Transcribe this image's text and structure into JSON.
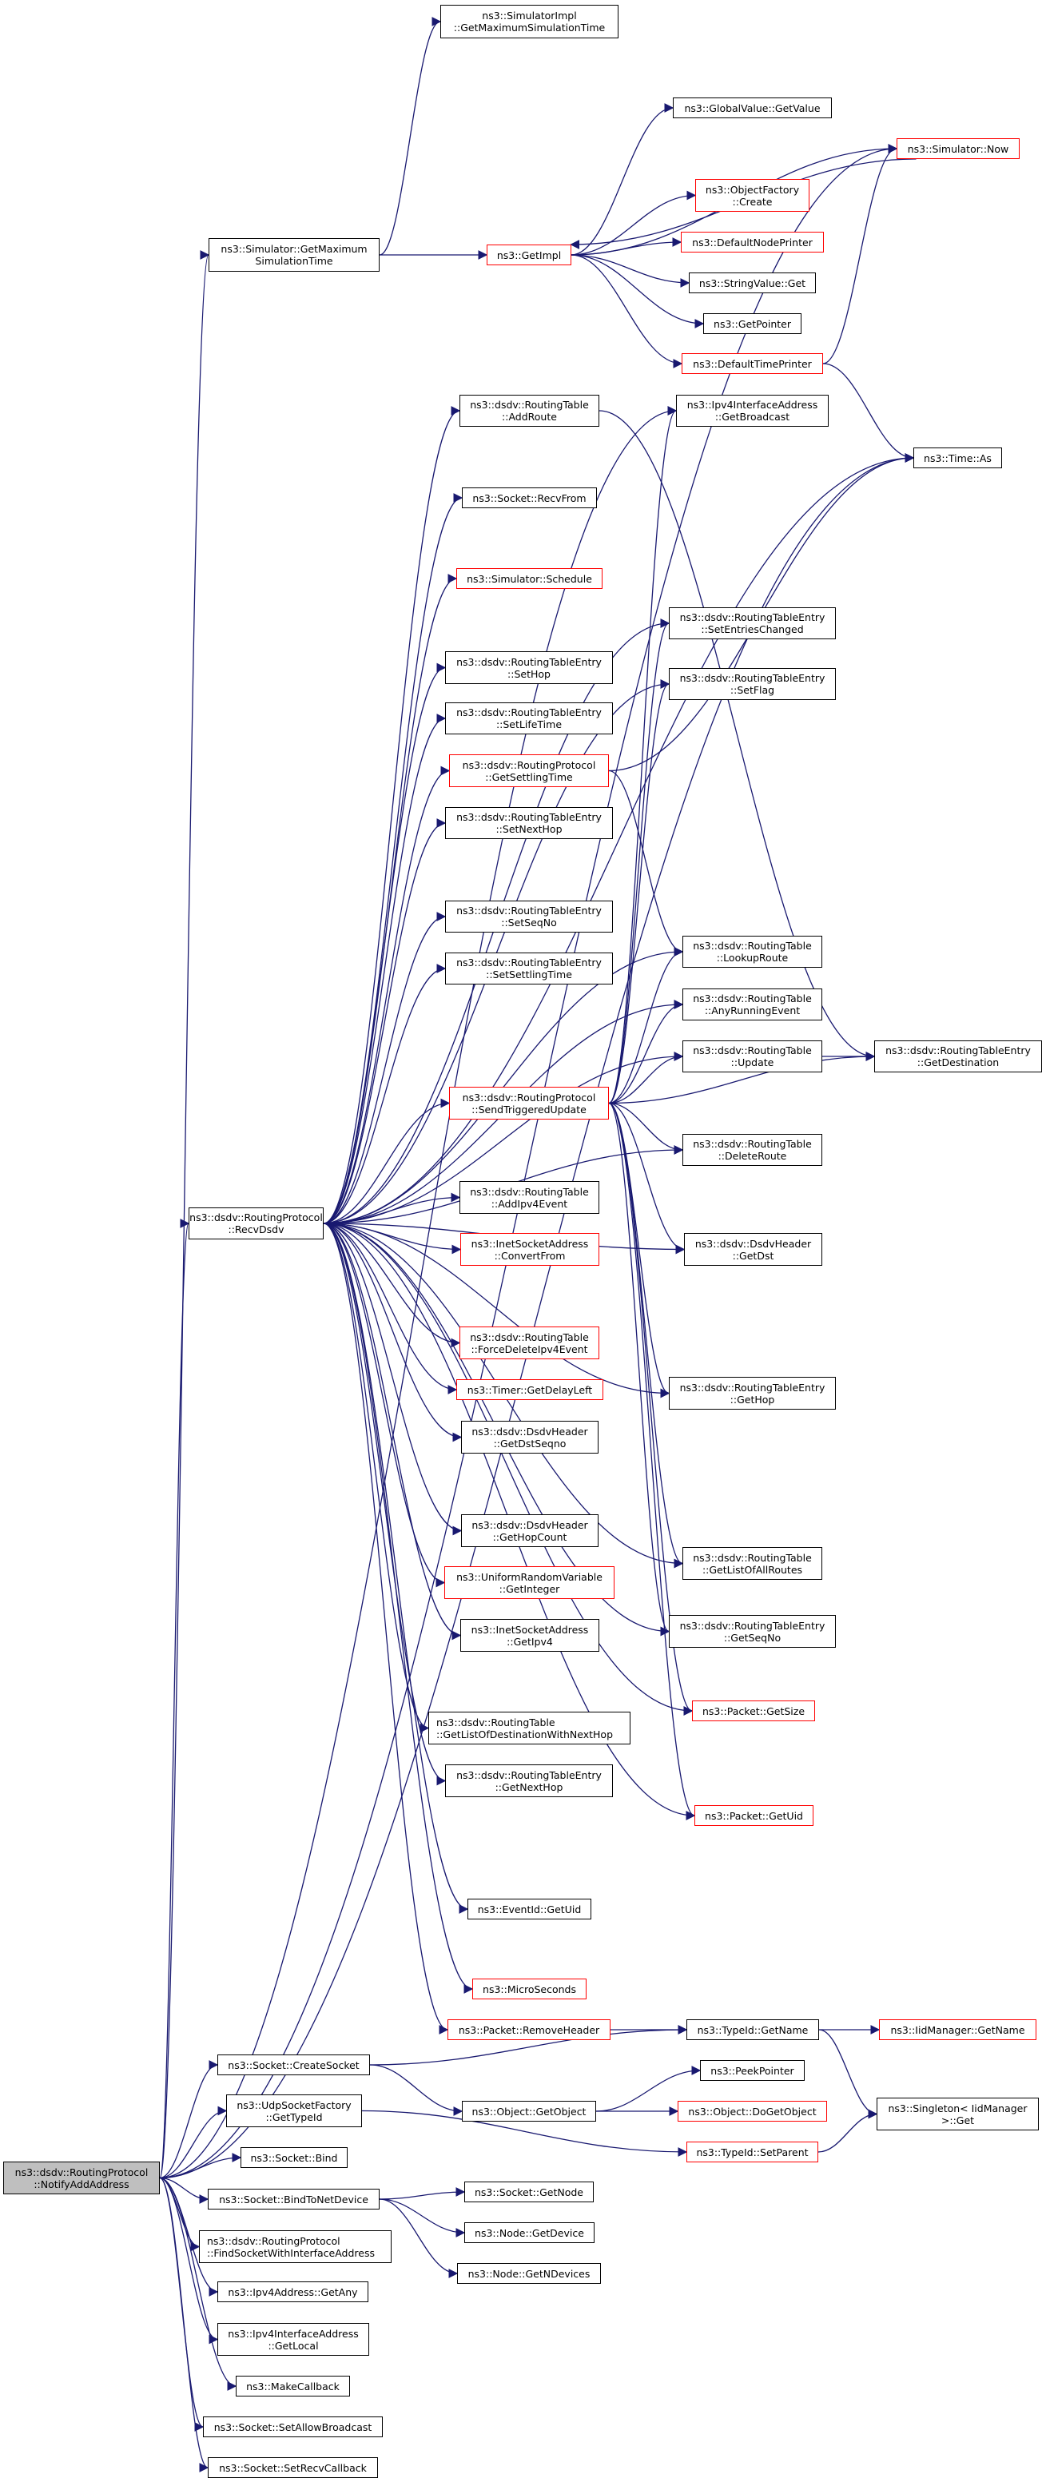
{
  "diagram": {
    "type": "call-graph",
    "root": "notify_add_address",
    "colors": {
      "edge": "#191970",
      "node_border": "#000000",
      "node_border_undocumented": "#ff0000",
      "root_fill": "#bfbfbf"
    },
    "nodes": [
      {
        "id": "notify_add_address",
        "label": "ns3::dsdv::RoutingProtocol\n::NotifyAddAddress",
        "style": "root"
      },
      {
        "id": "sim_get_max",
        "label": "ns3::Simulator::GetMaximum\nSimulationTime",
        "style": "normal"
      },
      {
        "id": "simimpl_get_max",
        "label": "ns3::SimulatorImpl\n::GetMaximumSimulationTime",
        "style": "normal"
      },
      {
        "id": "get_impl",
        "label": "ns3::GetImpl",
        "style": "red"
      },
      {
        "id": "global_value",
        "label": "ns3::GlobalValue::GetValue",
        "style": "normal"
      },
      {
        "id": "sim_now",
        "label": "ns3::Simulator::Now",
        "style": "red"
      },
      {
        "id": "object_factory",
        "label": "ns3::ObjectFactory\n::Create",
        "style": "red"
      },
      {
        "id": "default_node_printer",
        "label": "ns3::DefaultNodePrinter",
        "style": "red"
      },
      {
        "id": "string_value",
        "label": "ns3::StringValue::Get",
        "style": "normal"
      },
      {
        "id": "get_pointer",
        "label": "ns3::GetPointer",
        "style": "normal"
      },
      {
        "id": "default_time_printer",
        "label": "ns3::DefaultTimePrinter",
        "style": "red"
      },
      {
        "id": "add_route",
        "label": "ns3::dsdv::RoutingTable\n::AddRoute",
        "style": "normal"
      },
      {
        "id": "get_broadcast",
        "label": "ns3::Ipv4InterfaceAddress\n::GetBroadcast",
        "style": "normal"
      },
      {
        "id": "time_as",
        "label": "ns3::Time::As",
        "style": "normal"
      },
      {
        "id": "recv_from",
        "label": "ns3::Socket::RecvFrom",
        "style": "normal"
      },
      {
        "id": "schedule",
        "label": "ns3::Simulator::Schedule",
        "style": "red"
      },
      {
        "id": "set_entries_changed",
        "label": "ns3::dsdv::RoutingTableEntry\n::SetEntriesChanged",
        "style": "normal"
      },
      {
        "id": "set_hop",
        "label": "ns3::dsdv::RoutingTableEntry\n::SetHop",
        "style": "normal"
      },
      {
        "id": "set_flag",
        "label": "ns3::dsdv::RoutingTableEntry\n::SetFlag",
        "style": "normal"
      },
      {
        "id": "set_life_time",
        "label": "ns3::dsdv::RoutingTableEntry\n::SetLifeTime",
        "style": "normal"
      },
      {
        "id": "get_settling_time",
        "label": "ns3::dsdv::RoutingProtocol\n::GetSettlingTime",
        "style": "red"
      },
      {
        "id": "set_next_hop",
        "label": "ns3::dsdv::RoutingTableEntry\n::SetNextHop",
        "style": "normal"
      },
      {
        "id": "set_seq_no",
        "label": "ns3::dsdv::RoutingTableEntry\n::SetSeqNo",
        "style": "normal"
      },
      {
        "id": "set_settling_time",
        "label": "ns3::dsdv::RoutingTableEntry\n::SetSettlingTime",
        "style": "normal"
      },
      {
        "id": "lookup_route",
        "label": "ns3::dsdv::RoutingTable\n::LookupRoute",
        "style": "normal"
      },
      {
        "id": "any_running_event",
        "label": "ns3::dsdv::RoutingTable\n::AnyRunningEvent",
        "style": "normal"
      },
      {
        "id": "update",
        "label": "ns3::dsdv::RoutingTable\n::Update",
        "style": "normal"
      },
      {
        "id": "get_destination",
        "label": "ns3::dsdv::RoutingTableEntry\n::GetDestination",
        "style": "normal"
      },
      {
        "id": "send_triggered_update",
        "label": "ns3::dsdv::RoutingProtocol\n::SendTriggeredUpdate",
        "style": "red"
      },
      {
        "id": "delete_route",
        "label": "ns3::dsdv::RoutingTable\n::DeleteRoute",
        "style": "normal"
      },
      {
        "id": "recv_dsdv",
        "label": "ns3::dsdv::RoutingProtocol\n::RecvDsdv",
        "style": "normal"
      },
      {
        "id": "add_ipv4_event",
        "label": "ns3::dsdv::RoutingTable\n::AddIpv4Event",
        "style": "normal"
      },
      {
        "id": "convert_from",
        "label": "ns3::InetSocketAddress\n::ConvertFrom",
        "style": "red"
      },
      {
        "id": "get_dst",
        "label": "ns3::dsdv::DsdvHeader\n::GetDst",
        "style": "normal"
      },
      {
        "id": "force_delete",
        "label": "ns3::dsdv::RoutingTable\n::ForceDeleteIpv4Event",
        "style": "red"
      },
      {
        "id": "get_delay_left",
        "label": "ns3::Timer::GetDelayLeft",
        "style": "red"
      },
      {
        "id": "get_hop",
        "label": "ns3::dsdv::RoutingTableEntry\n::GetHop",
        "style": "normal"
      },
      {
        "id": "get_dst_seqno",
        "label": "ns3::dsdv::DsdvHeader\n::GetDstSeqno",
        "style": "normal"
      },
      {
        "id": "get_hop_count",
        "label": "ns3::dsdv::DsdvHeader\n::GetHopCount",
        "style": "normal"
      },
      {
        "id": "get_list_all_routes",
        "label": "ns3::dsdv::RoutingTable\n::GetListOfAllRoutes",
        "style": "normal"
      },
      {
        "id": "get_integer",
        "label": "ns3::UniformRandomVariable\n::GetInteger",
        "style": "red"
      },
      {
        "id": "get_seq_no",
        "label": "ns3::dsdv::RoutingTableEntry\n::GetSeqNo",
        "style": "normal"
      },
      {
        "id": "get_ipv4",
        "label": "ns3::InetSocketAddress\n::GetIpv4",
        "style": "normal"
      },
      {
        "id": "packet_get_size",
        "label": "ns3::Packet::GetSize",
        "style": "red"
      },
      {
        "id": "get_list_dest_next_hop",
        "label": "ns3::dsdv::RoutingTable\n::GetListOfDestinationWithNextHop",
        "style": "normal",
        "align": "left"
      },
      {
        "id": "get_next_hop",
        "label": "ns3::dsdv::RoutingTableEntry\n::GetNextHop",
        "style": "normal"
      },
      {
        "id": "packet_get_uid",
        "label": "ns3::Packet::GetUid",
        "style": "red"
      },
      {
        "id": "event_get_uid",
        "label": "ns3::EventId::GetUid",
        "style": "normal"
      },
      {
        "id": "micro_seconds",
        "label": "ns3::MicroSeconds",
        "style": "red"
      },
      {
        "id": "remove_header",
        "label": "ns3::Packet::RemoveHeader",
        "style": "red"
      },
      {
        "id": "typeid_get_name",
        "label": "ns3::TypeId::GetName",
        "style": "normal"
      },
      {
        "id": "iid_get_name",
        "label": "ns3::IidManager::GetName",
        "style": "red"
      },
      {
        "id": "create_socket",
        "label": "ns3::Socket::CreateSocket",
        "style": "normal"
      },
      {
        "id": "peek_pointer",
        "label": "ns3::PeekPointer",
        "style": "normal"
      },
      {
        "id": "udp_get_typeid",
        "label": "ns3::UdpSocketFactory\n::GetTypeId",
        "style": "normal"
      },
      {
        "id": "get_object",
        "label": "ns3::Object::GetObject",
        "style": "normal"
      },
      {
        "id": "do_get_object",
        "label": "ns3::Object::DoGetObject",
        "style": "red"
      },
      {
        "id": "singleton_get",
        "label": "ns3::Singleton< IidManager\n>::Get",
        "style": "normal"
      },
      {
        "id": "set_parent",
        "label": "ns3::TypeId::SetParent",
        "style": "red"
      },
      {
        "id": "socket_bind",
        "label": "ns3::Socket::Bind",
        "style": "normal"
      },
      {
        "id": "bind_to_net_device",
        "label": "ns3::Socket::BindToNetDevice",
        "style": "normal"
      },
      {
        "id": "socket_get_node",
        "label": "ns3::Socket::GetNode",
        "style": "normal"
      },
      {
        "id": "node_get_device",
        "label": "ns3::Node::GetDevice",
        "style": "normal"
      },
      {
        "id": "find_socket",
        "label": "ns3::dsdv::RoutingProtocol\n::FindSocketWithInterfaceAddress",
        "style": "normal",
        "align": "left"
      },
      {
        "id": "node_get_ndevices",
        "label": "ns3::Node::GetNDevices",
        "style": "normal"
      },
      {
        "id": "get_any",
        "label": "ns3::Ipv4Address::GetAny",
        "style": "normal"
      },
      {
        "id": "get_local",
        "label": "ns3::Ipv4InterfaceAddress\n::GetLocal",
        "style": "normal"
      },
      {
        "id": "make_callback",
        "label": "ns3::MakeCallback",
        "style": "normal"
      },
      {
        "id": "set_allow_broadcast",
        "label": "ns3::Socket::SetAllowBroadcast",
        "style": "normal"
      },
      {
        "id": "set_recv_callback",
        "label": "ns3::Socket::SetRecvCallback",
        "style": "normal"
      }
    ],
    "edges": [
      [
        "notify_add_address",
        "sim_get_max"
      ],
      [
        "notify_add_address",
        "get_broadcast"
      ],
      [
        "notify_add_address",
        "time_as"
      ],
      [
        "notify_add_address",
        "recv_dsdv"
      ],
      [
        "notify_add_address",
        "sim_now"
      ],
      [
        "notify_add_address",
        "create_socket"
      ],
      [
        "notify_add_address",
        "udp_get_typeid"
      ],
      [
        "notify_add_address",
        "socket_bind"
      ],
      [
        "notify_add_address",
        "bind_to_net_device"
      ],
      [
        "notify_add_address",
        "find_socket"
      ],
      [
        "notify_add_address",
        "get_any"
      ],
      [
        "notify_add_address",
        "get_local"
      ],
      [
        "notify_add_address",
        "make_callback"
      ],
      [
        "notify_add_address",
        "set_allow_broadcast"
      ],
      [
        "notify_add_address",
        "set_recv_callback"
      ],
      [
        "sim_get_max",
        "simimpl_get_max"
      ],
      [
        "sim_get_max",
        "get_impl"
      ],
      [
        "get_impl",
        "global_value"
      ],
      [
        "get_impl",
        "sim_now"
      ],
      [
        "get_impl",
        "object_factory"
      ],
      [
        "get_impl",
        "default_node_printer"
      ],
      [
        "get_impl",
        "string_value"
      ],
      [
        "get_impl",
        "get_pointer"
      ],
      [
        "get_impl",
        "default_time_printer"
      ],
      [
        "sim_now",
        "get_impl"
      ],
      [
        "default_time_printer",
        "sim_now"
      ],
      [
        "default_time_printer",
        "time_as"
      ],
      [
        "add_route",
        "get_destination"
      ],
      [
        "get_settling_time",
        "time_as"
      ],
      [
        "get_settling_time",
        "lookup_route"
      ],
      [
        "update",
        "get_destination"
      ],
      [
        "recv_dsdv",
        "add_route"
      ],
      [
        "recv_dsdv",
        "time_as"
      ],
      [
        "recv_dsdv",
        "recv_from"
      ],
      [
        "recv_dsdv",
        "schedule"
      ],
      [
        "recv_dsdv",
        "set_entries_changed"
      ],
      [
        "recv_dsdv",
        "set_hop"
      ],
      [
        "recv_dsdv",
        "set_flag"
      ],
      [
        "recv_dsdv",
        "set_life_time"
      ],
      [
        "recv_dsdv",
        "get_settling_time"
      ],
      [
        "recv_dsdv",
        "set_next_hop"
      ],
      [
        "recv_dsdv",
        "any_running_event"
      ],
      [
        "recv_dsdv",
        "set_seq_no"
      ],
      [
        "recv_dsdv",
        "set_settling_time"
      ],
      [
        "recv_dsdv",
        "lookup_route"
      ],
      [
        "recv_dsdv",
        "update"
      ],
      [
        "recv_dsdv",
        "send_triggered_update"
      ],
      [
        "recv_dsdv",
        "delete_route"
      ],
      [
        "recv_dsdv",
        "add_ipv4_event"
      ],
      [
        "recv_dsdv",
        "convert_from"
      ],
      [
        "recv_dsdv",
        "get_dst"
      ],
      [
        "recv_dsdv",
        "force_delete"
      ],
      [
        "recv_dsdv",
        "get_delay_left"
      ],
      [
        "recv_dsdv",
        "get_dst_seqno"
      ],
      [
        "recv_dsdv",
        "get_hop"
      ],
      [
        "recv_dsdv",
        "get_hop_count"
      ],
      [
        "recv_dsdv",
        "get_integer"
      ],
      [
        "recv_dsdv",
        "get_ipv4"
      ],
      [
        "recv_dsdv",
        "get_list_all_routes"
      ],
      [
        "recv_dsdv",
        "get_list_dest_next_hop"
      ],
      [
        "recv_dsdv",
        "get_next_hop"
      ],
      [
        "recv_dsdv",
        "get_seq_no"
      ],
      [
        "recv_dsdv",
        "packet_get_size"
      ],
      [
        "recv_dsdv",
        "event_get_uid"
      ],
      [
        "recv_dsdv",
        "packet_get_uid"
      ],
      [
        "recv_dsdv",
        "micro_seconds"
      ],
      [
        "recv_dsdv",
        "remove_header"
      ],
      [
        "send_triggered_update",
        "get_broadcast"
      ],
      [
        "send_triggered_update",
        "set_entries_changed"
      ],
      [
        "send_triggered_update",
        "set_flag"
      ],
      [
        "send_triggered_update",
        "lookup_route"
      ],
      [
        "send_triggered_update",
        "any_running_event"
      ],
      [
        "send_triggered_update",
        "update"
      ],
      [
        "send_triggered_update",
        "get_destination"
      ],
      [
        "send_triggered_update",
        "delete_route"
      ],
      [
        "send_triggered_update",
        "get_dst"
      ],
      [
        "send_triggered_update",
        "get_hop"
      ],
      [
        "send_triggered_update",
        "get_list_all_routes"
      ],
      [
        "send_triggered_update",
        "get_seq_no"
      ],
      [
        "send_triggered_update",
        "packet_get_size"
      ],
      [
        "send_triggered_update",
        "packet_get_uid"
      ],
      [
        "remove_header",
        "typeid_get_name"
      ],
      [
        "typeid_get_name",
        "iid_get_name"
      ],
      [
        "typeid_get_name",
        "singleton_get"
      ],
      [
        "create_socket",
        "typeid_get_name"
      ],
      [
        "create_socket",
        "get_object"
      ],
      [
        "get_object",
        "peek_pointer"
      ],
      [
        "get_object",
        "do_get_object"
      ],
      [
        "udp_get_typeid",
        "set_parent"
      ],
      [
        "set_parent",
        "singleton_get"
      ],
      [
        "bind_to_net_device",
        "socket_get_node"
      ],
      [
        "bind_to_net_device",
        "node_get_device"
      ],
      [
        "bind_to_net_device",
        "node_get_ndevices"
      ]
    ]
  }
}
